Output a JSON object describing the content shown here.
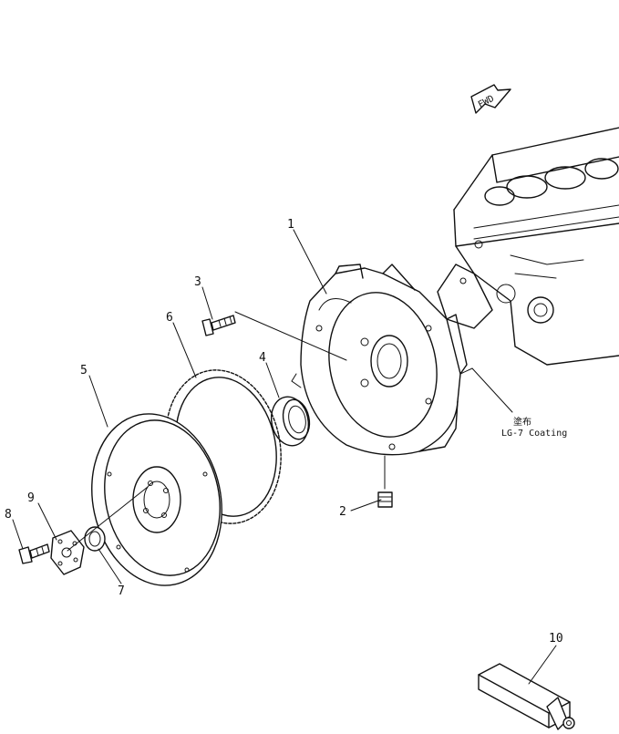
{
  "fwd_label": "FWD",
  "note": {
    "kanji": "塗布",
    "text": "LG-7 Coating"
  },
  "callouts": [
    "1",
    "2",
    "3",
    "4",
    "5",
    "6",
    "7",
    "8",
    "9",
    "10"
  ],
  "parts": [
    {
      "number": "1",
      "name": "flywheel-housing"
    },
    {
      "number": "2",
      "name": "plug"
    },
    {
      "number": "3",
      "name": "housing-bolt"
    },
    {
      "number": "4",
      "name": "oil-seal"
    },
    {
      "number": "5",
      "name": "flywheel"
    },
    {
      "number": "6",
      "name": "ring-gear"
    },
    {
      "number": "7",
      "name": "bearing"
    },
    {
      "number": "8",
      "name": "flywheel-bolt"
    },
    {
      "number": "9",
      "name": "washer-plate"
    },
    {
      "number": "10",
      "name": "tool"
    }
  ]
}
